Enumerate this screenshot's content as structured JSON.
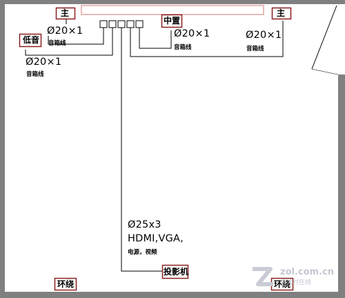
{
  "speakers": {
    "front_left": "主",
    "front_right": "主",
    "center": "中置",
    "subwoofer": "低音",
    "surround_left": "环绕",
    "surround_right": "环绕",
    "projector": "投影机"
  },
  "cables": {
    "front_left": {
      "spec": "Ø20×1",
      "type": "音箱线"
    },
    "center": {
      "spec": "Ø20×1",
      "type": "音箱线"
    },
    "front_right": {
      "spec": "Ø20×1",
      "type": "音箱线"
    },
    "subwoofer": {
      "spec": "Ø20×1",
      "type": "音箱线"
    },
    "projector": {
      "spec": "Ø25x3",
      "signal": "HDMI,VGA,",
      "type": "电源，视频"
    }
  },
  "watermark": {
    "site": "zol.com.cn",
    "slogan": "中关村在线"
  },
  "colors": {
    "wall": "#7f7f7f",
    "speaker_outline": "#8b1f1f",
    "screen": "#e8a8a8",
    "line": "#000000"
  }
}
